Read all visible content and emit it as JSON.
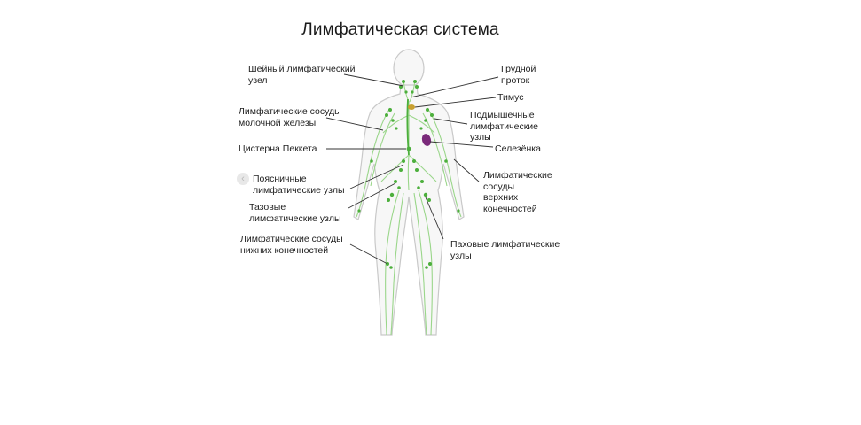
{
  "title": "Лимфатическая система",
  "labels": {
    "cervical_node": "Шейный лимфатический\nузел",
    "thoracic_duct": "Грудной\nпроток",
    "thymus": "Тимус",
    "mammary_vessels": "Лимфатические сосуды\nмолочной железы",
    "axillary_nodes": "Подмышечные\nлимфатические\nузлы",
    "cisterna_chyli": "Цистерна Пеккета",
    "spleen": "Селезёнка",
    "lumbar_nodes": "Поясничные\nлимфатические узлы",
    "upper_limb_vessels": "Лимфатические\nсосуды\nверхних\nконечностей",
    "pelvic_nodes": "Тазовые\nлимфатические узлы",
    "lower_limb_vessels": "Лимфатические сосуды\nнижних конечностей",
    "inguinal_nodes": "Паховые лимфатические\nузлы"
  },
  "colors": {
    "lymph": "#4caf3c",
    "lymph_light": "#9ad68a",
    "body_outline": "#c9c9c9",
    "spleen": "#7a2a7a",
    "thymus": "#c8a030",
    "leader": "#333333"
  }
}
